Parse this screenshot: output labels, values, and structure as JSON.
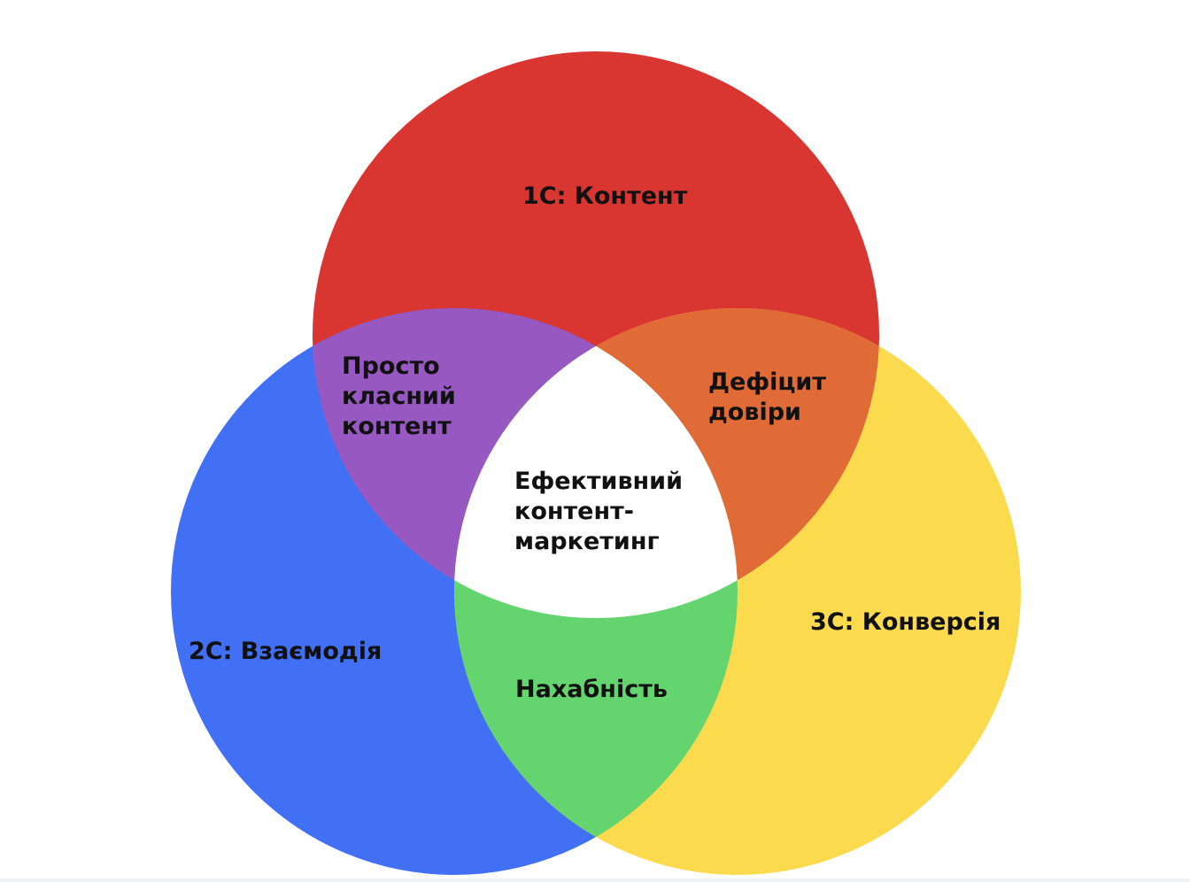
{
  "diagram": {
    "sets": [
      {
        "id": "content",
        "label": "1С: Контент",
        "color": "#d93631"
      },
      {
        "id": "interaction",
        "label": "2С: Взаємодія",
        "color": "#4170f5"
      },
      {
        "id": "conversion",
        "label": "3С: Конверсія",
        "color": "#fbdb4d"
      }
    ],
    "intersections": {
      "content_interaction": {
        "lines": [
          "Просто",
          "класний",
          "контент"
        ],
        "color": "#9758c2"
      },
      "content_conversion": {
        "lines": [
          "Дефіцит",
          "довіри"
        ],
        "color": "#e16b37"
      },
      "interaction_conversion": {
        "lines": [
          "Нахабність"
        ],
        "color": "#64d56e"
      },
      "all_three": {
        "lines": [
          "Ефективний",
          "контент-",
          "маркетинг"
        ],
        "color": "#ffffff"
      }
    }
  }
}
